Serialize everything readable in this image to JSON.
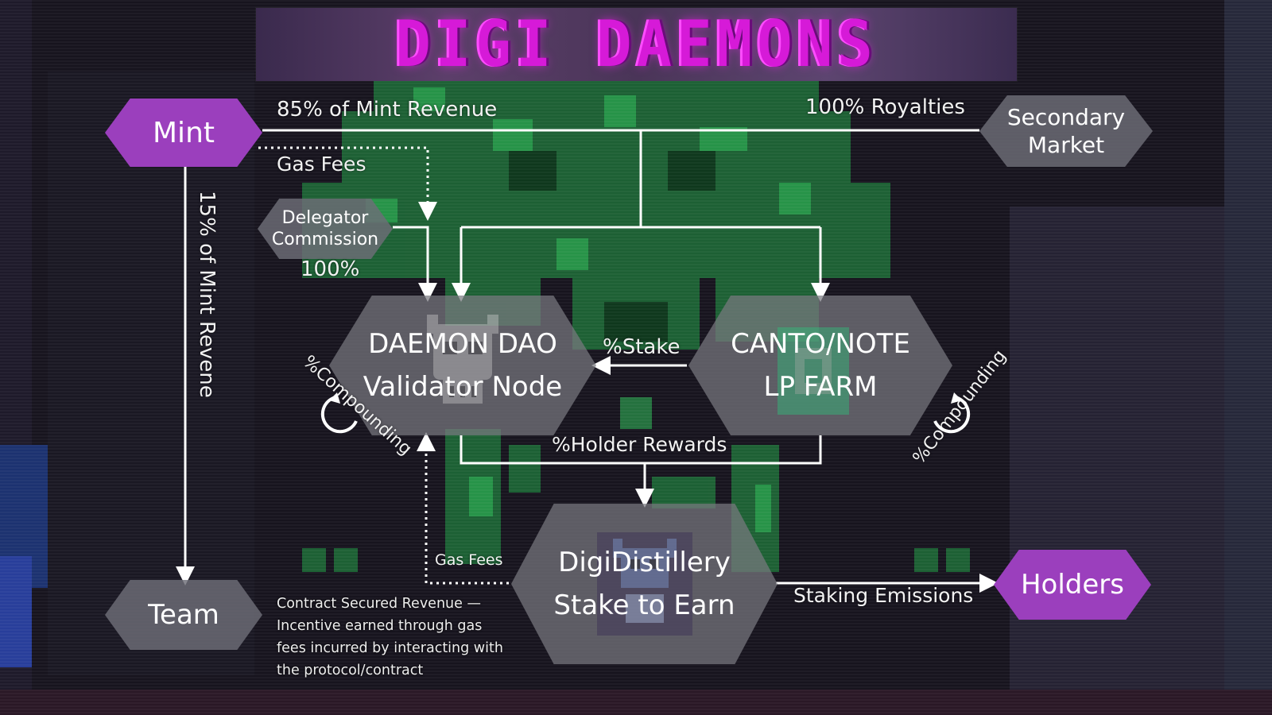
{
  "title": "DIGI DAEMONS",
  "nodes": {
    "mint": "Mint",
    "secondary_market": [
      "Secondary",
      "Market"
    ],
    "team": "Team",
    "delegator_commission": [
      "Delegator",
      "Commission"
    ],
    "daemon_dao": [
      "DAEMON DAO",
      "Validator Node"
    ],
    "canto_lp": [
      "CANTO/NOTE",
      "LP FARM"
    ],
    "digidistillery": [
      "DigiDistillery",
      "Stake to Earn"
    ],
    "holders": "Holders"
  },
  "labels": {
    "mint_revenue_85": "85% of Mint Revenue",
    "royalties_100": "100% Royalties",
    "gas_fees_top": "Gas Fees",
    "commission_100": "100%",
    "mint_revenue_15": "15% of Mint Revene",
    "stake": "%Stake",
    "holder_rewards": "%Holder Rewards",
    "compounding_left": "%Compounding",
    "compounding_right": "%Compounding",
    "gas_fees_bottom": "Gas Fees",
    "staking_emissions": "Staking Emissions",
    "contract_note": "Contract Secured Revenue —Incentive earned through gas fees incurred by interacting with the protocol/contract"
  },
  "colors": {
    "accent_purple": "#9b3fbd",
    "title_magenta": "#d61ad8",
    "line": "#ffffff",
    "node_gray": "#6e6e78"
  },
  "icons": [
    "skull-icon",
    "coin-icon",
    "robot-icon",
    "cycle-arrow-icon"
  ]
}
